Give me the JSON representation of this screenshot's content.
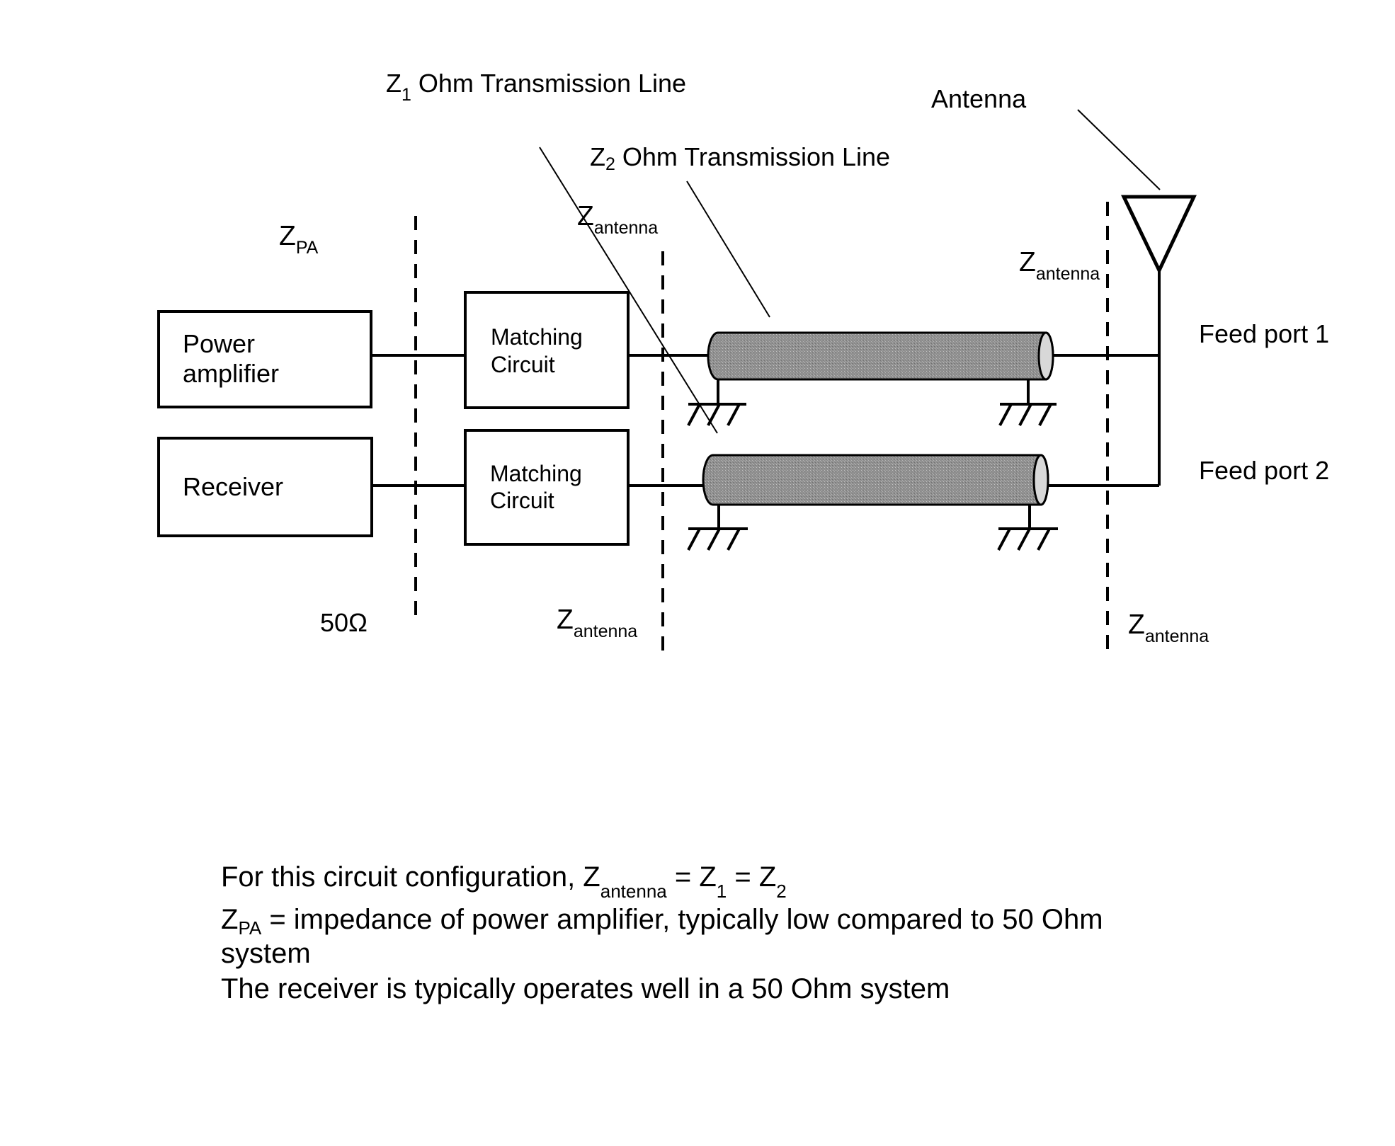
{
  "labels": {
    "z1_line_prefix": "Z",
    "z1_line_sub": "1",
    "z1_line_suffix": " Ohm Transmission Line",
    "z2_line_prefix": "Z",
    "z2_line_sub": "2",
    "z2_line_suffix": " Ohm Transmission Line",
    "antenna": "Antenna",
    "z_pa_main": "Z",
    "z_pa_sub": "PA",
    "z_antenna_main": "Z",
    "z_antenna_sub": "antenna",
    "fifty_ohm": "50Ω",
    "feed_port_1": "Feed port 1",
    "feed_port_2": "Feed port 2"
  },
  "blocks": {
    "power_amplifier": [
      "Power",
      "amplifier"
    ],
    "receiver": "Receiver",
    "matching_circuit_1": [
      "Matching",
      "Circuit"
    ],
    "matching_circuit_2": [
      "Matching",
      "Circuit"
    ]
  },
  "notes": {
    "line1_pre": "For this circuit configuration, Z",
    "line1_sub1": "antenna",
    "line1_mid1": " = Z",
    "line1_sub2": "1",
    "line1_mid2": " = Z",
    "line1_sub3": "2",
    "line2_pre": "Z",
    "line2_sub": "PA",
    "line2_text": " = impedance of power amplifier, typically low compared to 50 Ohm",
    "line3": "system",
    "line4": "The receiver is typically operates well in a 50 Ohm system"
  },
  "colors": {
    "line": "#000000",
    "background": "#ffffff",
    "cable_fill": "#999999"
  }
}
